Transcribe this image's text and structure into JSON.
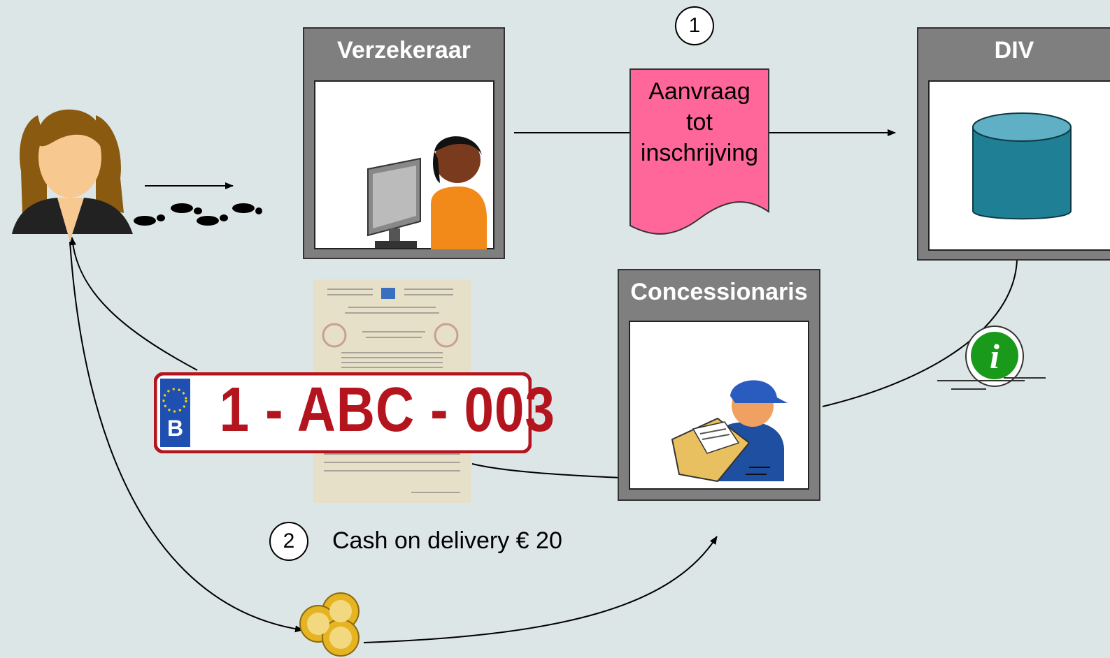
{
  "step1": {
    "number": "1"
  },
  "step2": {
    "number": "2",
    "label": "Cash on delivery € 20"
  },
  "boxes": {
    "insurer": {
      "title": "Verzekeraar"
    },
    "div": {
      "title": "DIV"
    },
    "dealer": {
      "title": "Concessionaris"
    }
  },
  "document": {
    "lines": [
      "Aanvraag",
      "tot",
      "inschrijving"
    ]
  },
  "license_plate": {
    "country": "B",
    "text": "1 - ABC - 003"
  },
  "icons": {
    "person": "woman-icon",
    "footsteps": "footsteps-icon",
    "clerk": "clerk-computer-icon",
    "database": "database-icon",
    "courier": "courier-envelope-icon",
    "info": "info-icon",
    "certificate": "registration-certificate-icon",
    "coins": "euro-coins-icon"
  },
  "colors": {
    "background": "#dde6e6",
    "box": "#7f7f7f",
    "document": "#ff6699",
    "database": "#1f7f94",
    "plate_red": "#b4141e",
    "eu_blue": "#1f4fb0"
  }
}
